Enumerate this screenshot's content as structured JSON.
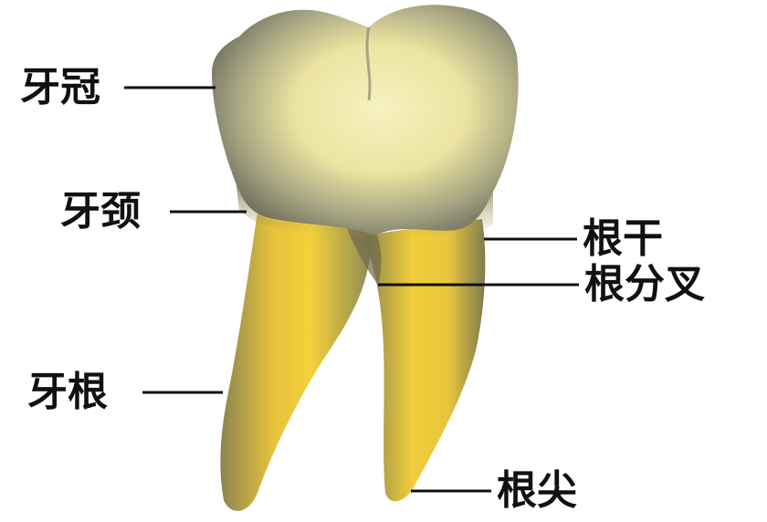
{
  "labels": {
    "crown": "牙冠",
    "neck": "牙颈",
    "root": "牙根",
    "root_trunk": "根干",
    "root_furcation": "根分叉",
    "root_apex": "根尖"
  },
  "colors": {
    "background": "#ffffff",
    "enamel_light": "#f4efb4",
    "enamel_shadow": "#6f7060",
    "root_yellow": "#f2cf38",
    "root_shadow": "#7f7a45",
    "leader": "#111111"
  }
}
